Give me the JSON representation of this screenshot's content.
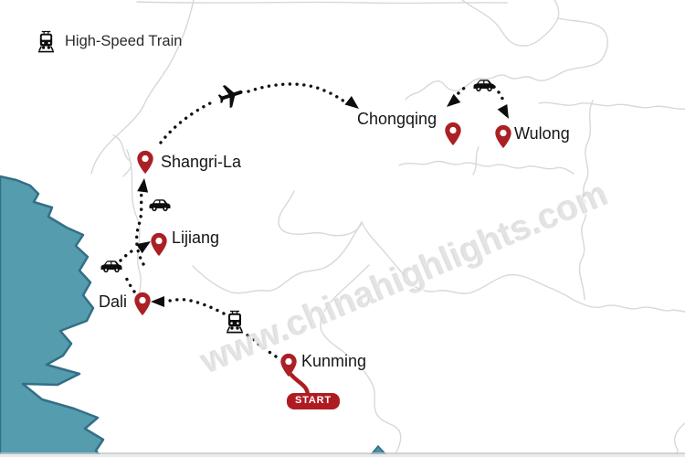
{
  "legend": {
    "icon": "high-speed-train-icon",
    "label": "High-Speed Train"
  },
  "watermark": {
    "text": "www.chinahighlights.com"
  },
  "start_badge": {
    "label": "START",
    "color": "#ae1c22"
  },
  "cities": [
    {
      "name": "Kunming",
      "role": "start"
    },
    {
      "name": "Dali"
    },
    {
      "name": "Lijiang"
    },
    {
      "name": "Shangri-La"
    },
    {
      "name": "Chongqing"
    },
    {
      "name": "Wulong"
    }
  ],
  "routes": [
    {
      "from": "Kunming",
      "to": "Dali",
      "mode": "high-speed-train"
    },
    {
      "from": "Dali",
      "to": "Lijiang",
      "mode": "car"
    },
    {
      "from": "Lijiang",
      "to": "Shangri-La",
      "mode": "car"
    },
    {
      "from": "Shangri-La",
      "to": "Chongqing",
      "mode": "plane"
    },
    {
      "from": "Chongqing",
      "to": "Wulong",
      "mode": "car",
      "round_trip": true
    }
  ],
  "colors": {
    "pin": "#ab2025",
    "route": "#101010",
    "water": "#559cae",
    "water_edge": "#346f85",
    "province_border": "#d8d8d8",
    "land": "#ffffff"
  }
}
